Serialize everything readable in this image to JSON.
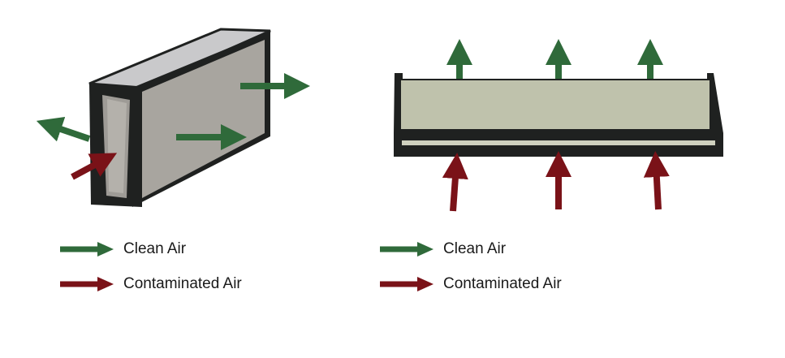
{
  "colors": {
    "clean_air": "#2f6a3a",
    "contaminated_air": "#7a1218",
    "frame": "#1f2120",
    "media": "#a8a59f",
    "media_flat": "#bfc2ac"
  },
  "legend_left": {
    "clean_label": "Clean Air",
    "contaminated_label": "Contaminated Air"
  },
  "legend_right": {
    "clean_label": "Clean Air",
    "contaminated_label": "Contaminated Air"
  }
}
